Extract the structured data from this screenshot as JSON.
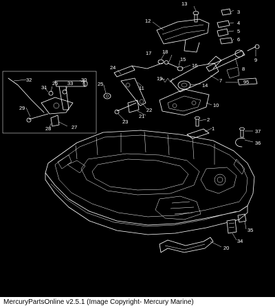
{
  "diagram": {
    "callouts": [
      {
        "id": "13",
        "text": "13"
      },
      {
        "id": "3",
        "text": "3"
      },
      {
        "id": "12",
        "text": "12"
      },
      {
        "id": "4",
        "text": "4"
      },
      {
        "id": "5",
        "text": "5"
      },
      {
        "id": "6",
        "text": "6"
      },
      {
        "id": "9",
        "text": "9"
      },
      {
        "id": "17",
        "text": "17"
      },
      {
        "id": "18",
        "text": "18"
      },
      {
        "id": "15",
        "text": "15"
      },
      {
        "id": "16",
        "text": "16"
      },
      {
        "id": "8",
        "text": "8"
      },
      {
        "id": "24",
        "text": "24"
      },
      {
        "id": "19",
        "text": "19"
      },
      {
        "id": "95",
        "text": "95"
      },
      {
        "id": "7",
        "text": "7"
      },
      {
        "id": "14",
        "text": "14"
      },
      {
        "id": "25",
        "text": "25"
      },
      {
        "id": "11",
        "text": "11"
      },
      {
        "id": "32",
        "text": "32"
      },
      {
        "id": "30",
        "text": "30"
      },
      {
        "id": "26",
        "text": "26"
      },
      {
        "id": "33",
        "text": "33"
      },
      {
        "id": "31",
        "text": "31"
      },
      {
        "id": "22",
        "text": "22"
      },
      {
        "id": "10",
        "text": "10"
      },
      {
        "id": "21",
        "text": "21"
      },
      {
        "id": "29",
        "text": "29"
      },
      {
        "id": "23",
        "text": "23"
      },
      {
        "id": "2",
        "text": "2"
      },
      {
        "id": "28",
        "text": "28"
      },
      {
        "id": "27",
        "text": "27"
      },
      {
        "id": "1",
        "text": "1"
      },
      {
        "id": "37",
        "text": "37"
      },
      {
        "id": "36",
        "text": "36"
      },
      {
        "id": "35",
        "text": "35"
      },
      {
        "id": "34",
        "text": "34"
      },
      {
        "id": "20",
        "text": "20"
      }
    ]
  },
  "footer": {
    "text": "MercuryPartsOnline v2.5.1 (Image Copyright- Mercury Marine)"
  }
}
